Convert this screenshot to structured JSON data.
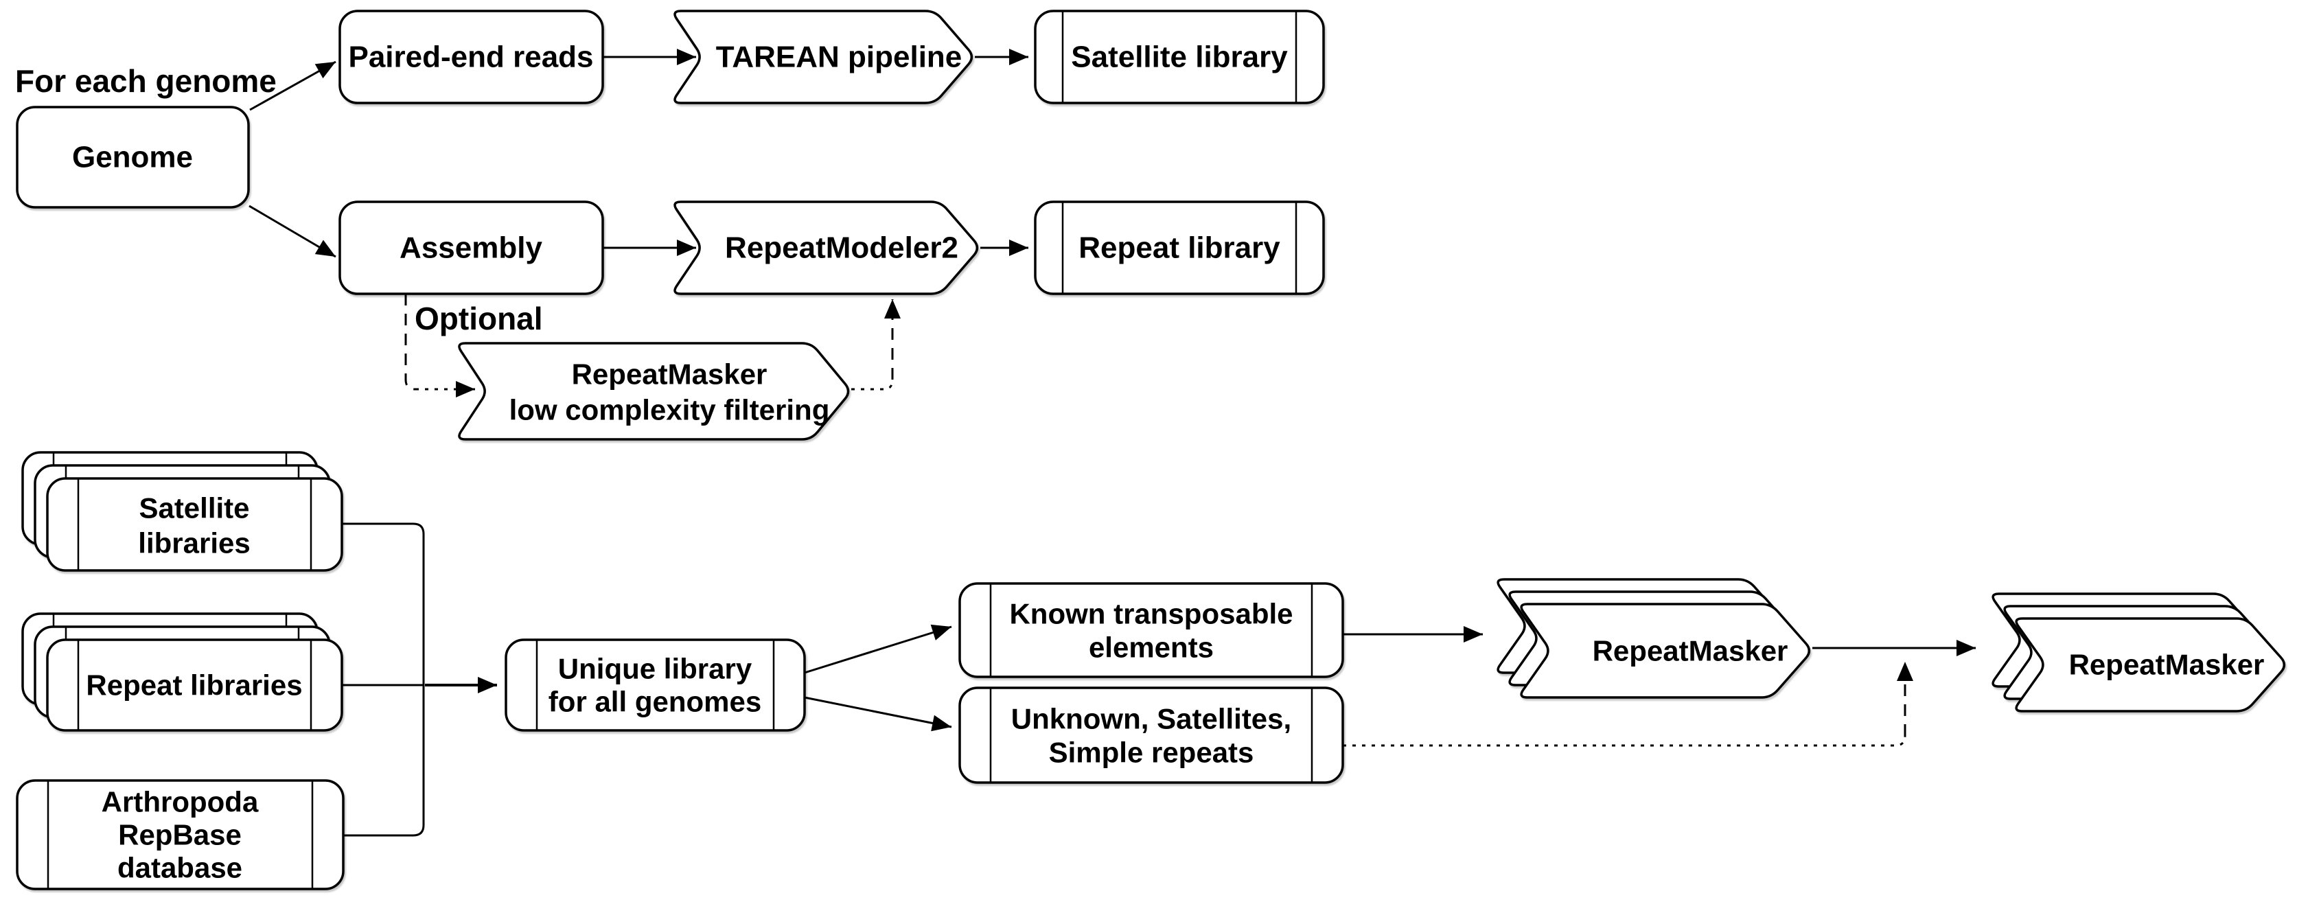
{
  "diagram": {
    "background": "#ffffff",
    "stroke_color": "#000000",
    "fill_color": "#ffffff",
    "labels": {
      "for_each_genome": "For each genome",
      "optional": "Optional"
    },
    "nodes": {
      "genome": {
        "label": "Genome",
        "shape": "rounded-rect"
      },
      "paired_end_reads": {
        "label": "Paired-end reads",
        "shape": "rounded-rect"
      },
      "tarean_pipeline": {
        "label": "TAREAN pipeline",
        "shape": "step-arrow"
      },
      "satellite_library": {
        "label": "Satellite library",
        "shape": "process"
      },
      "assembly": {
        "label": "Assembly",
        "shape": "rounded-rect"
      },
      "repeatmodeler2": {
        "label": "RepeatModeler2",
        "shape": "step-arrow"
      },
      "repeat_library": {
        "label": "Repeat library",
        "shape": "process"
      },
      "repeatmasker_filtering": {
        "line1": "RepeatMasker",
        "line2": "low complexity filtering",
        "shape": "step-arrow"
      },
      "satellite_libraries": {
        "line1": "Satellite",
        "line2": "libraries",
        "shape": "stacked-process"
      },
      "repeat_libraries": {
        "label": "Repeat libraries",
        "shape": "stacked-process"
      },
      "arthropoda_repbase": {
        "line1": "Arthropoda",
        "line2": "RepBase",
        "line3": "database",
        "shape": "process"
      },
      "unique_library": {
        "line1": "Unique library",
        "line2": "for all genomes",
        "shape": "process"
      },
      "known_transposable_elements": {
        "line1": "Known transposable",
        "line2": "elements",
        "shape": "process"
      },
      "unknown_satellites_simple_repeats": {
        "line1": "Unknown, Satellites,",
        "line2": "Simple repeats",
        "shape": "process"
      },
      "repeatmasker_run1": {
        "label": "RepeatMasker",
        "shape": "stacked-step-arrow"
      },
      "repeatmasker_run2": {
        "label": "RepeatMasker",
        "shape": "stacked-step-arrow"
      }
    },
    "edges": [
      {
        "from": "genome",
        "to": "paired_end_reads",
        "style": "solid"
      },
      {
        "from": "genome",
        "to": "assembly",
        "style": "solid"
      },
      {
        "from": "paired_end_reads",
        "to": "tarean_pipeline",
        "style": "solid"
      },
      {
        "from": "tarean_pipeline",
        "to": "satellite_library",
        "style": "solid"
      },
      {
        "from": "assembly",
        "to": "repeatmodeler2",
        "style": "solid"
      },
      {
        "from": "repeatmodeler2",
        "to": "repeat_library",
        "style": "solid"
      },
      {
        "from": "assembly",
        "to": "repeatmasker_filtering",
        "style": "dashed",
        "label": "Optional"
      },
      {
        "from": "repeatmasker_filtering",
        "to": "repeatmodeler2",
        "style": "dashed"
      },
      {
        "from": "satellite_libraries",
        "to": "unique_library",
        "style": "solid"
      },
      {
        "from": "repeat_libraries",
        "to": "unique_library",
        "style": "solid"
      },
      {
        "from": "arthropoda_repbase",
        "to": "unique_library",
        "style": "solid"
      },
      {
        "from": "unique_library",
        "to": "known_transposable_elements",
        "style": "solid"
      },
      {
        "from": "unique_library",
        "to": "unknown_satellites_simple_repeats",
        "style": "solid"
      },
      {
        "from": "known_transposable_elements",
        "to": "repeatmasker_run1",
        "style": "solid"
      },
      {
        "from": "repeatmasker_run1",
        "to": "repeatmasker_run2",
        "style": "solid"
      },
      {
        "from": "unknown_satellites_simple_repeats",
        "to": "repeatmasker_run2",
        "style": "dashed"
      }
    ]
  }
}
